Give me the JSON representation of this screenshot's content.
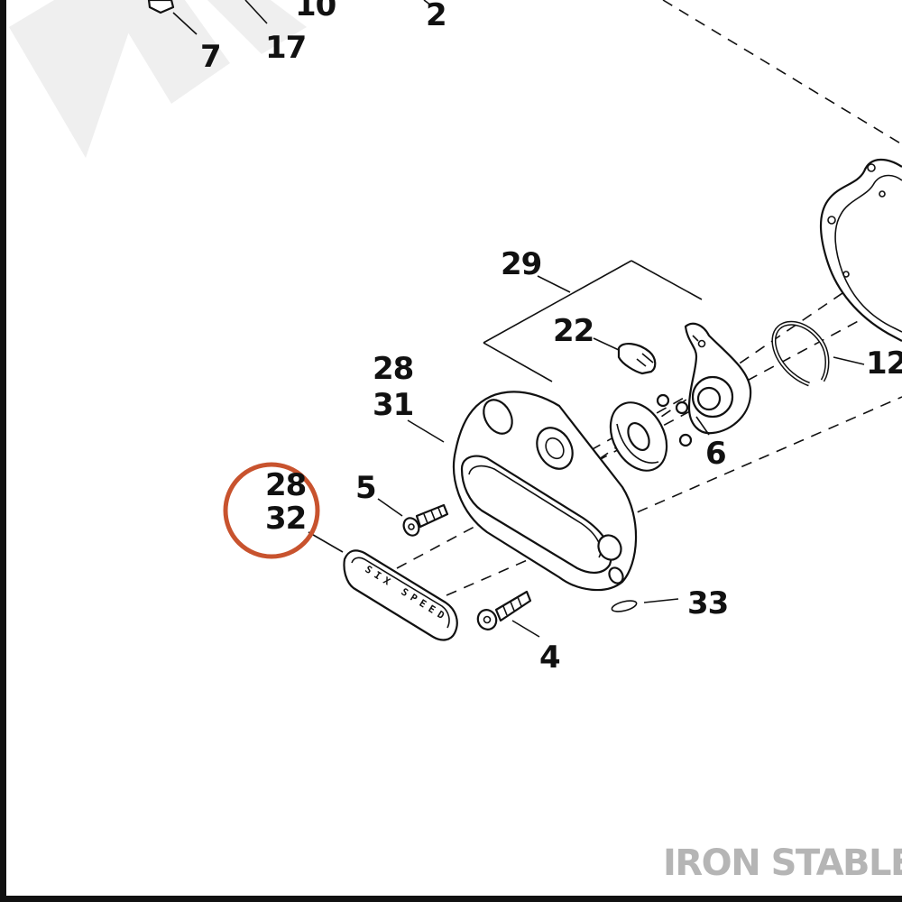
{
  "diagram": {
    "callouts": {
      "c7": "7",
      "c17": "17",
      "c10": "10",
      "c2": "2",
      "c29": "29",
      "c22": "22",
      "c12": "12",
      "c28a": "28",
      "c31": "31",
      "c6": "6",
      "c5": "5",
      "c28b": "28",
      "c32": "32",
      "c33": "33",
      "c4": "4"
    },
    "plate_lettering": [
      "S",
      "I",
      "X",
      "",
      "S",
      "P",
      "E",
      "E",
      "D"
    ],
    "watermark": "IRON STABLE",
    "colors": {
      "ink": "#111111",
      "highlight": "#c8532e",
      "watermark": "#b5b5b5",
      "stripe": "#eeeeee"
    }
  }
}
